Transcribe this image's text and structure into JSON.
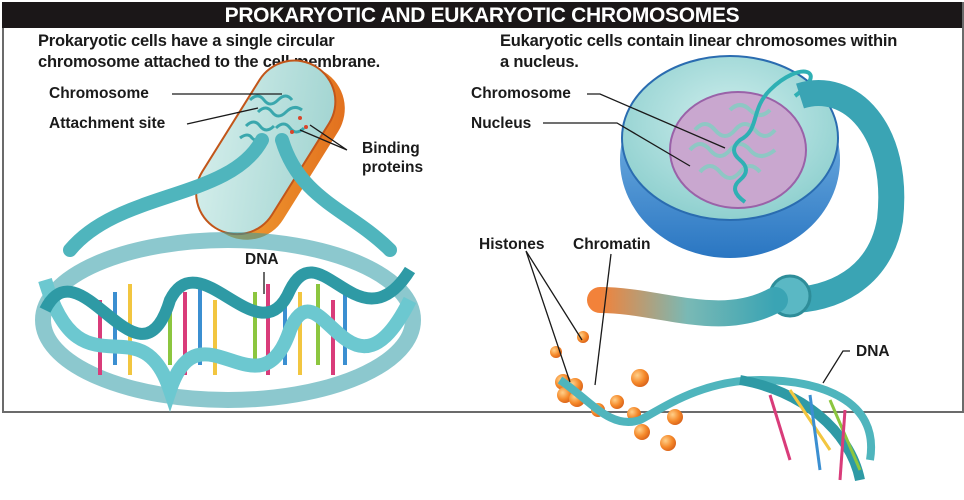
{
  "title": "PROKARYOTIC AND EUKARYOTIC CHROMOSOMES",
  "prokaryotic": {
    "caption_line1": "Prokaryotic cells have a single circular",
    "caption_line2": "chromosome attached to the cell membrane.",
    "labels": {
      "chromosome": "Chromosome",
      "attachment_site": "Attachment site",
      "binding_line1": "Binding",
      "binding_line2": "proteins",
      "dna": "DNA"
    }
  },
  "eukaryotic": {
    "caption_line1": "Eukaryotic cells contain linear chromosomes within",
    "caption_line2": "a nucleus.",
    "labels": {
      "chromosome": "Chromosome",
      "nucleus": "Nucleus",
      "histones": "Histones",
      "chromatin": "Chromatin",
      "dna": "DNA"
    }
  },
  "colors": {
    "title_bg": "#1b1718",
    "frame": "#6b6b6b",
    "dna_ribbon": "#5bbfc8",
    "dna_ribbon_dark": "#2e9aa5",
    "cell_body": "#bfe3e0",
    "cell_wall": "#f0a020",
    "nucleus_outer": "#3a8fd0",
    "nucleus_inner": "#c9a7cf",
    "histone": "#f5892a",
    "base_pair_colors": [
      "#d93c7a",
      "#3b8fd1",
      "#f2c640",
      "#8cc63f"
    ]
  }
}
